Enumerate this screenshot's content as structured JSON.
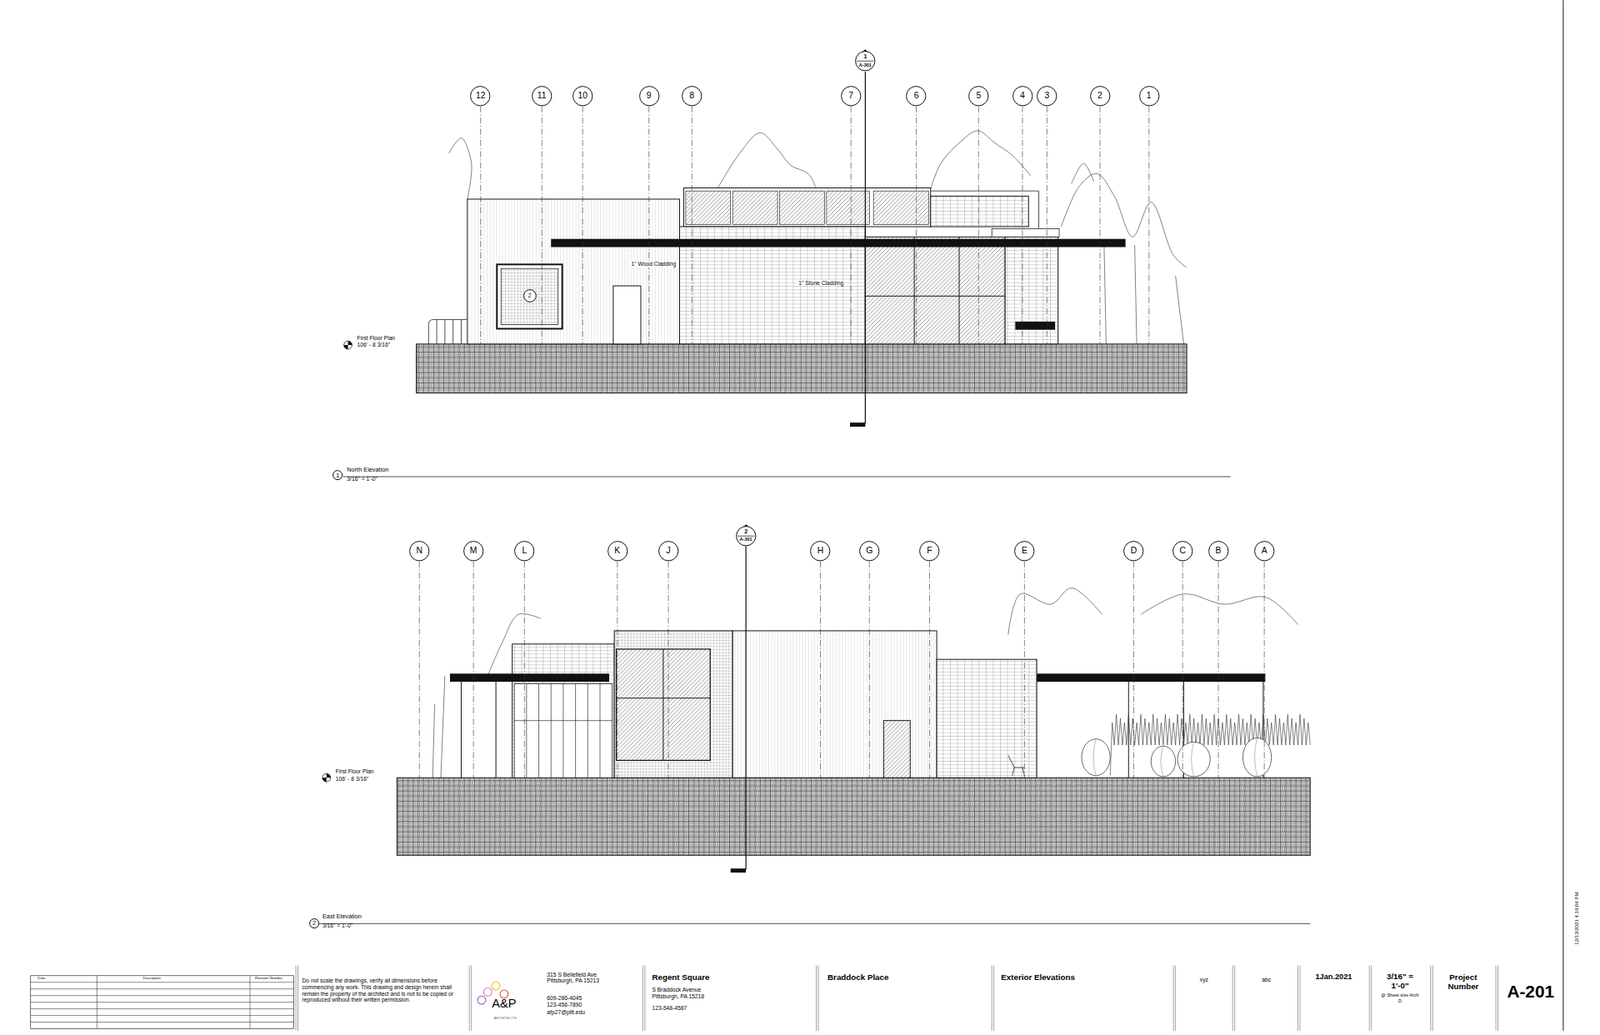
{
  "diagram": {
    "nodes": [
      {
        "text": [
          "1",
          "A-301"
        ]
      },
      {
        "text": [
          "12"
        ]
      },
      {
        "text": [
          "11"
        ]
      },
      {
        "text": [
          "10"
        ]
      },
      {
        "text": [
          "9"
        ]
      },
      {
        "text": [
          "8"
        ]
      },
      {
        "text": [
          "7"
        ]
      },
      {
        "text": [
          "6"
        ]
      },
      {
        "text": [
          "5"
        ]
      },
      {
        "text": [
          "4"
        ]
      },
      {
        "text": [
          "3"
        ]
      },
      {
        "text": [
          "2"
        ]
      },
      {
        "text": [
          "1"
        ]
      },
      {
        "text": [
          "2"
        ]
      },
      {
        "text": [
          "1"
        ]
      },
      {
        "text": [
          "2",
          "A-301"
        ]
      },
      {
        "text": [
          "N"
        ]
      },
      {
        "text": [
          "M"
        ]
      },
      {
        "text": [
          "L"
        ]
      },
      {
        "text": [
          "K"
        ]
      },
      {
        "text": [
          "J"
        ]
      },
      {
        "text": [
          "H"
        ]
      },
      {
        "text": [
          "G"
        ]
      },
      {
        "text": [
          "F"
        ]
      },
      {
        "text": [
          "E"
        ]
      },
      {
        "text": [
          "D"
        ]
      },
      {
        "text": [
          "C"
        ]
      },
      {
        "text": [
          "B"
        ]
      },
      {
        "text": [
          "A"
        ]
      },
      {
        "text": [
          "2"
        ]
      }
    ],
    "labels": [
      "1\" Wood Cladding",
      "1\" Stone Cladding",
      "First Floor Plan",
      "106' - 8 3/16\"",
      "North Elevation",
      "3/16\" = 1'-0\"",
      "First Floor Plan",
      "106' - 8 3/16\"",
      "East Elevation",
      "3/16\" = 1'-0\"",
      "Date",
      "Description",
      "Revision Number",
      "Do not scale the drawings, verify all dimensions before commencing any work. This drawing and design herein shall remain the property of the architect and is not to be copied or reproduced without their written permission.",
      "A&P",
      "ARCHITECTS",
      "315 S Bellefield Ave Pittsburgh, PA 15213",
      "609-286-4045",
      "123-456-7890",
      "afp27@pitt.edu",
      "Regent Square",
      "S Braddock Avenue Pittsburgh, PA 15218",
      "123-548-4587",
      "Braddock Place",
      "Exterior Elevations",
      "xyz",
      "abc",
      "1Jan.2021",
      "3/16\" = 1'-0\"",
      "@ Sheet size Arch D",
      "Project Number",
      "A-201",
      "12/13/2021 4:19:06 PM"
    ]
  }
}
